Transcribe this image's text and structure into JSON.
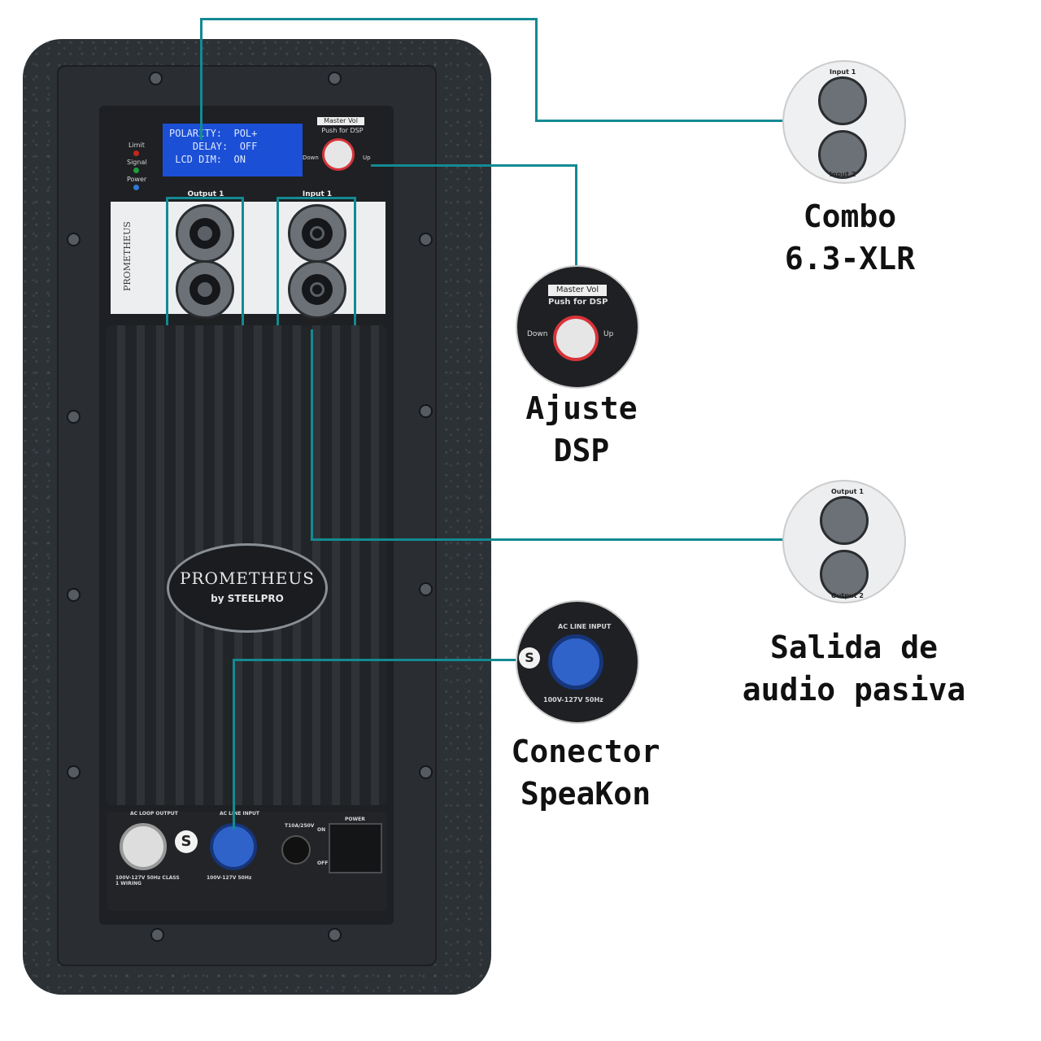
{
  "lcd": {
    "line1": "POLARITY:  POL+",
    "line2": "    DELAY:  OFF",
    "line3": " LCD DIM:  ON"
  },
  "indicators": {
    "limit": "Limit",
    "signal": "Signal",
    "power": "Power"
  },
  "master_vol": {
    "title": "Master Vol",
    "push": "Push for DSP",
    "down": "Down",
    "up": "Up"
  },
  "ports": {
    "output1": "Output 1",
    "output2": "Output 2",
    "input1": "Input 1",
    "input2": "Input 2"
  },
  "brand": {
    "name": "PROMETHEUS",
    "by": "by STEELPRO"
  },
  "bottom_panel": {
    "ac_loop_output": "AC LOOP OUTPUT",
    "ac_line_input": "AC LINE INPUT",
    "fuse": "T10A/250V",
    "power": "POWER",
    "on": "ON",
    "off": "OFF",
    "voltage_loop": "100V-127V 50Hz CLASS 1 WIRING",
    "voltage_line": "100V-127V 50Hz"
  },
  "callouts": {
    "combo": {
      "line1": "Combo",
      "line2": "6.3-XLR"
    },
    "dsp": {
      "line1": "Ajuste",
      "line2": "DSP"
    },
    "salida": {
      "line1": "Salida de",
      "line2": "audio pasiva"
    },
    "speakon": {
      "line1": "Conector",
      "line2": "SpeaKon"
    }
  },
  "colors": {
    "callout_line": "#138a93",
    "lcd": "#1b4fd6",
    "speakon": "#2f63c9"
  }
}
